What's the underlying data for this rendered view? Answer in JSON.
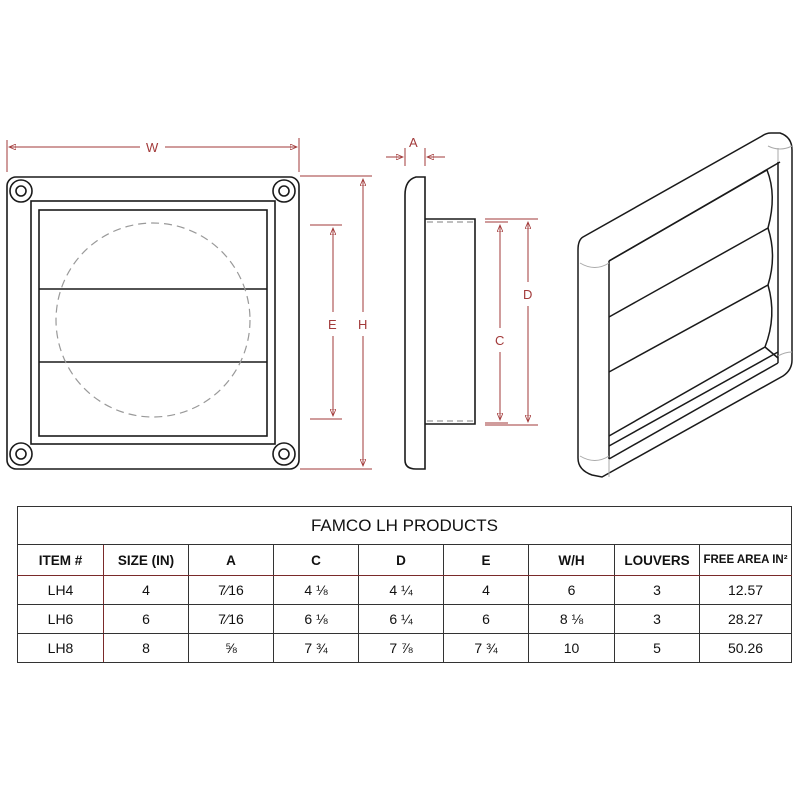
{
  "diagram": {
    "labels": {
      "width": "W",
      "height": "H",
      "inner_height": "E",
      "flange_depth": "A",
      "collar_outer": "D",
      "collar_inner": "C"
    },
    "views": [
      "front-view",
      "side-view",
      "isometric-view"
    ],
    "colors": {
      "line": "#1a1a1a",
      "dimension": "#a23a3a",
      "hidden": "#999999"
    }
  },
  "table": {
    "title": "FAMCO LH PRODUCTS",
    "columns": [
      "ITEM #",
      "SIZE (IN)",
      "A",
      "C",
      "D",
      "E",
      "W/H",
      "LOUVERS",
      "FREE AREA IN²"
    ],
    "rows": [
      [
        "LH4",
        "4",
        "7⁄16",
        "4 ⅛",
        "4 ¼",
        "4",
        "6",
        "3",
        "12.57"
      ],
      [
        "LH6",
        "6",
        "7⁄16",
        "6 ⅛",
        "6 ¼",
        "6",
        "8 ⅛",
        "3",
        "28.27"
      ],
      [
        "LH8",
        "8",
        "⅝",
        "7 ¾",
        "7 ⅞",
        "7 ¾",
        "10",
        "5",
        "50.26"
      ]
    ]
  }
}
